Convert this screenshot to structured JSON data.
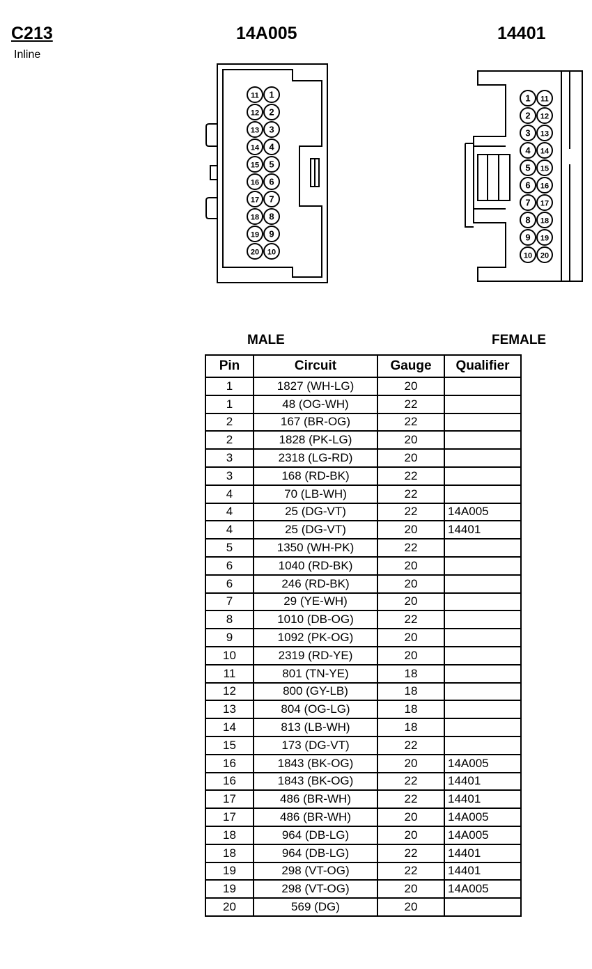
{
  "connector": {
    "id": "C213",
    "subtitle": "Inline"
  },
  "views": {
    "male_part": "14A005",
    "female_part": "14401",
    "male_label": "MALE",
    "female_label": "FEMALE"
  },
  "male_pins": {
    "left": [
      "11",
      "12",
      "13",
      "14",
      "15",
      "16",
      "17",
      "18",
      "19",
      "20"
    ],
    "right": [
      "1",
      "2",
      "3",
      "4",
      "5",
      "6",
      "7",
      "8",
      "9",
      "10"
    ]
  },
  "female_pins": {
    "left": [
      "1",
      "2",
      "3",
      "4",
      "5",
      "6",
      "7",
      "8",
      "9",
      "10"
    ],
    "right": [
      "11",
      "12",
      "13",
      "14",
      "15",
      "16",
      "17",
      "18",
      "19",
      "20"
    ]
  },
  "table": {
    "headers": {
      "pin": "Pin",
      "circuit": "Circuit",
      "gauge": "Gauge",
      "qualifier": "Qualifier"
    },
    "rows": [
      {
        "pin": "1",
        "circuit": "1827 (WH-LG)",
        "gauge": "20",
        "qualifier": ""
      },
      {
        "pin": "1",
        "circuit": "48 (OG-WH)",
        "gauge": "22",
        "qualifier": ""
      },
      {
        "pin": "2",
        "circuit": "167 (BR-OG)",
        "gauge": "22",
        "qualifier": ""
      },
      {
        "pin": "2",
        "circuit": "1828 (PK-LG)",
        "gauge": "20",
        "qualifier": ""
      },
      {
        "pin": "3",
        "circuit": "2318 (LG-RD)",
        "gauge": "20",
        "qualifier": ""
      },
      {
        "pin": "3",
        "circuit": "168 (RD-BK)",
        "gauge": "22",
        "qualifier": ""
      },
      {
        "pin": "4",
        "circuit": "70 (LB-WH)",
        "gauge": "22",
        "qualifier": ""
      },
      {
        "pin": "4",
        "circuit": "25 (DG-VT)",
        "gauge": "22",
        "qualifier": "14A005"
      },
      {
        "pin": "4",
        "circuit": "25 (DG-VT)",
        "gauge": "20",
        "qualifier": "14401"
      },
      {
        "pin": "5",
        "circuit": "1350 (WH-PK)",
        "gauge": "22",
        "qualifier": ""
      },
      {
        "pin": "6",
        "circuit": "1040 (RD-BK)",
        "gauge": "20",
        "qualifier": ""
      },
      {
        "pin": "6",
        "circuit": "246 (RD-BK)",
        "gauge": "20",
        "qualifier": ""
      },
      {
        "pin": "7",
        "circuit": "29 (YE-WH)",
        "gauge": "20",
        "qualifier": ""
      },
      {
        "pin": "8",
        "circuit": "1010 (DB-OG)",
        "gauge": "22",
        "qualifier": ""
      },
      {
        "pin": "9",
        "circuit": "1092 (PK-OG)",
        "gauge": "20",
        "qualifier": ""
      },
      {
        "pin": "10",
        "circuit": "2319 (RD-YE)",
        "gauge": "20",
        "qualifier": ""
      },
      {
        "pin": "11",
        "circuit": "801 (TN-YE)",
        "gauge": "18",
        "qualifier": ""
      },
      {
        "pin": "12",
        "circuit": "800 (GY-LB)",
        "gauge": "18",
        "qualifier": ""
      },
      {
        "pin": "13",
        "circuit": "804 (OG-LG)",
        "gauge": "18",
        "qualifier": ""
      },
      {
        "pin": "14",
        "circuit": "813 (LB-WH)",
        "gauge": "18",
        "qualifier": ""
      },
      {
        "pin": "15",
        "circuit": "173 (DG-VT)",
        "gauge": "22",
        "qualifier": ""
      },
      {
        "pin": "16",
        "circuit": "1843 (BK-OG)",
        "gauge": "20",
        "qualifier": "14A005"
      },
      {
        "pin": "16",
        "circuit": "1843 (BK-OG)",
        "gauge": "22",
        "qualifier": "14401"
      },
      {
        "pin": "17",
        "circuit": "486 (BR-WH)",
        "gauge": "22",
        "qualifier": "14401"
      },
      {
        "pin": "17",
        "circuit": "486 (BR-WH)",
        "gauge": "20",
        "qualifier": "14A005"
      },
      {
        "pin": "18",
        "circuit": "964 (DB-LG)",
        "gauge": "20",
        "qualifier": "14A005"
      },
      {
        "pin": "18",
        "circuit": "964 (DB-LG)",
        "gauge": "22",
        "qualifier": "14401"
      },
      {
        "pin": "19",
        "circuit": "298 (VT-OG)",
        "gauge": "22",
        "qualifier": "14401"
      },
      {
        "pin": "19",
        "circuit": "298 (VT-OG)",
        "gauge": "20",
        "qualifier": "14A005"
      },
      {
        "pin": "20",
        "circuit": "569 (DG)",
        "gauge": "20",
        "qualifier": ""
      }
    ]
  }
}
